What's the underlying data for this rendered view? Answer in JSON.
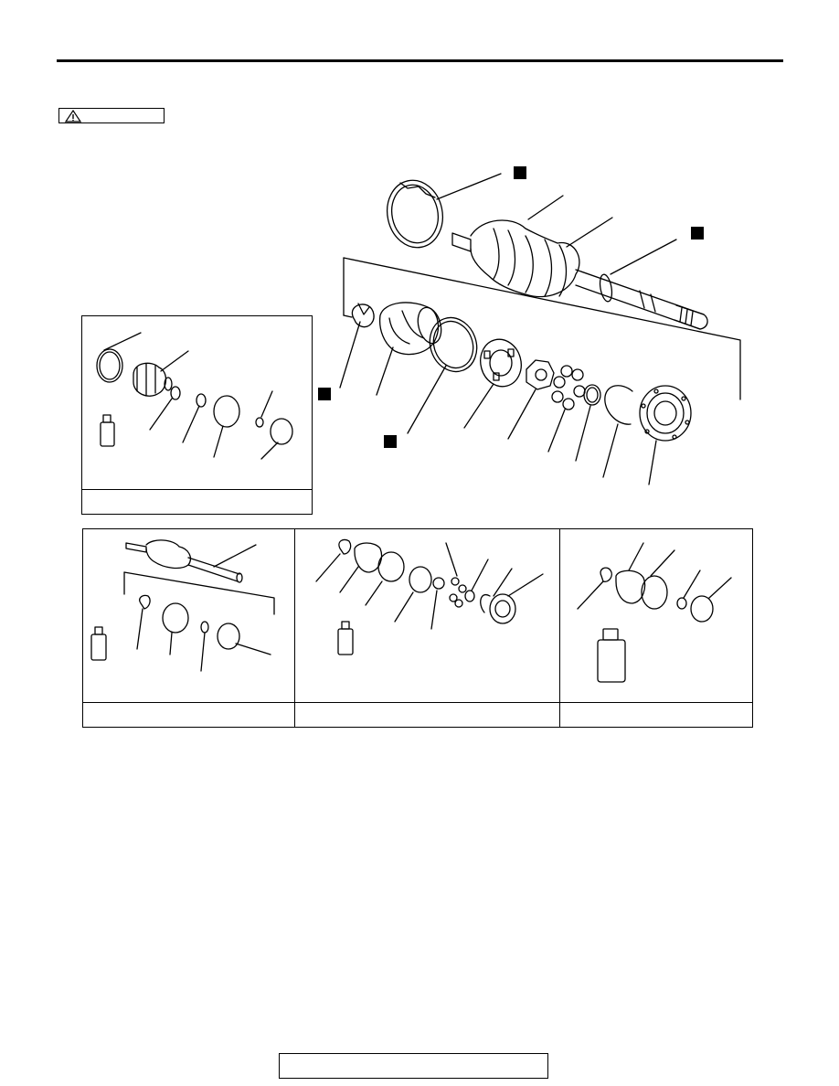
{
  "page": {
    "warning_icon": "warning-triangle-icon",
    "marker_icon": "black-square-marker",
    "header_rule_color": "#000000"
  },
  "diagram": {
    "main_figure": "drive-shaft-exploded-view",
    "sub_figures": [
      "boot-band-kit",
      "shaft-assembly-kit",
      "joint-repair-kit",
      "boot-kit"
    ]
  }
}
